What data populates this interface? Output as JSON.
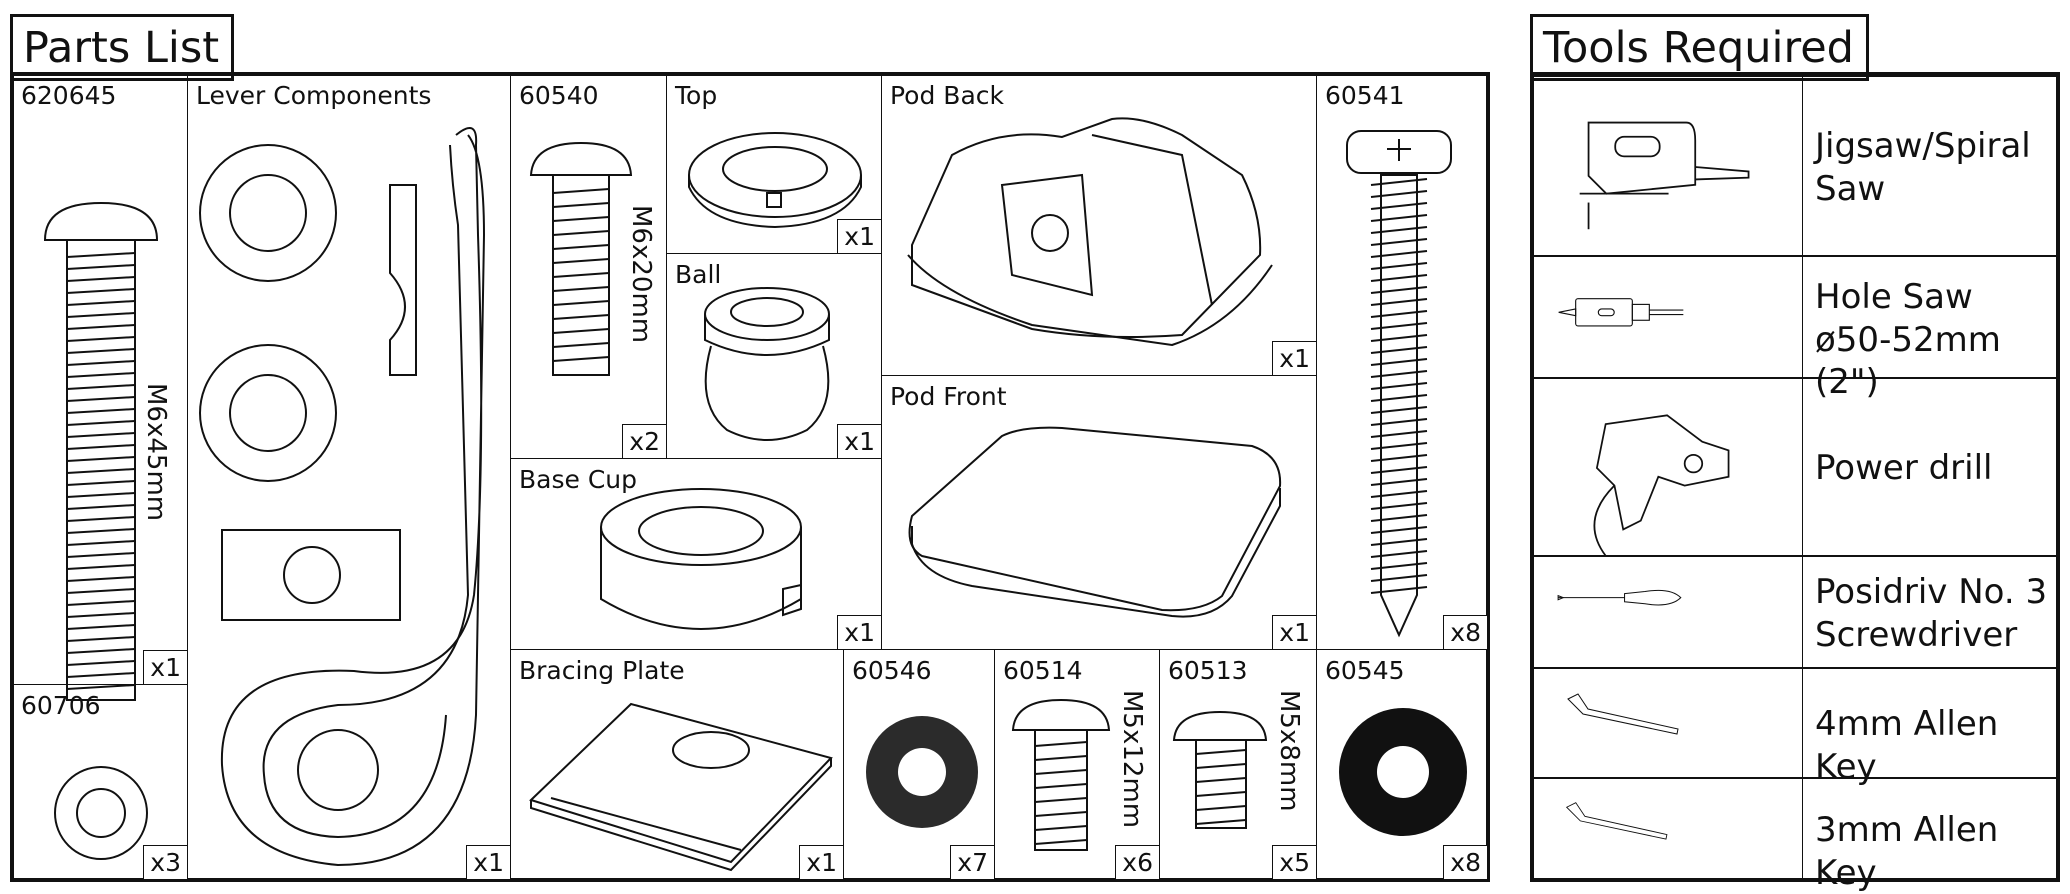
{
  "parts_title": "Parts List",
  "tools_title": "Tools Required",
  "parts": {
    "p620645": {
      "label": "620645",
      "size": "M6x45mm",
      "qty": "x1"
    },
    "lever": {
      "label": "Lever Components",
      "qty": "x1"
    },
    "p60540": {
      "label": "60540",
      "size": "M6x20mm",
      "qty": "x2"
    },
    "top": {
      "label": "Top",
      "qty": "x1"
    },
    "ball": {
      "label": "Ball",
      "qty": "x1"
    },
    "pod_back": {
      "label": "Pod Back",
      "qty": "x1"
    },
    "pod_front": {
      "label": "Pod Front",
      "qty": "x1"
    },
    "p60541": {
      "label": "60541",
      "qty": "x8"
    },
    "base_cup": {
      "label": "Base Cup",
      "qty": "x1"
    },
    "p60706": {
      "label": "60706",
      "qty": "x3"
    },
    "bracing": {
      "label": "Bracing Plate",
      "qty": "x1"
    },
    "p60546": {
      "label": "60546",
      "qty": "x7"
    },
    "p60514": {
      "label": "60514",
      "size": "M5x12mm",
      "qty": "x6"
    },
    "p60513": {
      "label": "60513",
      "size": "M5x8mm",
      "qty": "x5"
    },
    "p60545": {
      "label": "60545",
      "qty": "x8"
    }
  },
  "tools": [
    {
      "name": "Jigsaw/Spiral\nSaw",
      "icon": "jigsaw-icon"
    },
    {
      "name": "Hole Saw\nø50-52mm (2\")",
      "icon": "hole-saw-icon"
    },
    {
      "name": "Power drill",
      "icon": "power-drill-icon"
    },
    {
      "name": "Posidriv No. 3\nScrewdriver",
      "icon": "screwdriver-icon"
    },
    {
      "name": "4mm Allen Key",
      "icon": "allen-key-icon"
    },
    {
      "name": "3mm Allen Key",
      "icon": "allen-key-icon"
    }
  ]
}
